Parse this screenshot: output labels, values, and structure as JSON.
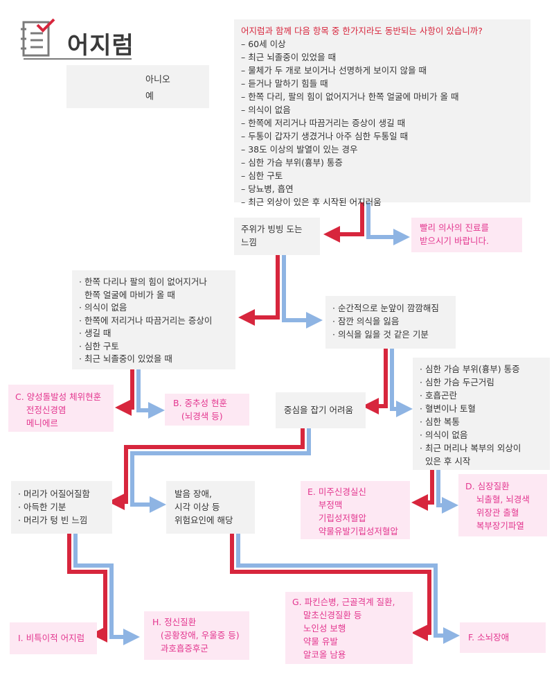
{
  "title": "어지럼",
  "legend": {
    "no": "아니오",
    "yes": "예"
  },
  "colors": {
    "no_arrow": "#d7263d",
    "yes_arrow": "#8eb4e3",
    "box_bg": "#f2f2f2",
    "pink_bg": "#fde8f3",
    "pink_text": "#e3368f",
    "question_red": "#d7263d"
  },
  "nodes": {
    "q1": {
      "lines": [
        "어지럼과 함께 다음 항목 중 한가지라도 동반되는 사항이 있습니까?",
        "– 60세 이상",
        "– 최근 뇌졸중이 있었을 때",
        "– 물체가 두 개로 보이거나 선명하게 보이지 않을 때",
        "– 듣거나 말하기 힘들 때",
        "– 한쪽 다리, 팔의 힘이 없어지거나 한쪽 얼굴에 마비가 올 때",
        "– 의식이 없음",
        "– 한쪽에 저리거나 따끔거리는 증상이 생길 때",
        "– 두통이 갑자기 생겼거나 아주 심한 두통일 때",
        "– 38도 이상의 발열이 있는 경우",
        "– 심한 가슴 부위(흉부) 통증",
        "– 심한 구토",
        "– 당뇨병, 흡연",
        "– 최근 외상이 있은 후 시작된 어지러움"
      ]
    },
    "q2": {
      "lines": [
        "주위가 빙빙 도는",
        "느낌"
      ]
    },
    "r_doctor": {
      "lines": [
        "빨리 의사의 진료를",
        "받으시기 바랍니다."
      ]
    },
    "q3": {
      "lines": [
        "· 한쪽 다리나 팔의 힘이 없어지거나",
        "  한쪽 얼굴에 마비가 올 때",
        "· 의식이 없음",
        "· 한쪽에 저리거나 따끔거리는 증상이",
        "· 생길 때",
        "· 심한 구토",
        "· 최근 뇌졸중이 있었을 때"
      ]
    },
    "q4": {
      "lines": [
        "· 순간적으로 눈앞이 깜깜해짐",
        "· 잠깐 의식을 잃음",
        "· 의식을 잃을 것 같은 기분"
      ]
    },
    "rC": {
      "lines": [
        "C. 양성돌발성 체위현훈",
        "    전정신경염",
        "    메니에르"
      ]
    },
    "rB": {
      "lines": [
        "B. 중추성 현훈",
        "   (뇌경색 등)"
      ]
    },
    "q5": {
      "lines": [
        "중심을 잡기 어려움"
      ]
    },
    "q6": {
      "lines": [
        "· 심한 가슴 부위(흉부) 통증",
        "· 심한 가슴 두근거림",
        "· 호흡곤란",
        "· 혈변이나 토혈",
        "· 심한 복통",
        "· 의식이 없음",
        "· 최근 머리나 복부의 외상이",
        "  있은 후 시작"
      ]
    },
    "q7": {
      "lines": [
        "· 머리가 어질어질함",
        "· 아득한 기분",
        "· 머리가 텅 빈 느낌"
      ]
    },
    "q8": {
      "lines": [
        "발음 장애,",
        "시각 이상 등",
        "위험요인에 해당"
      ]
    },
    "rE": {
      "lines": [
        "E. 미주신경실신",
        "    부정맥",
        "    기립성저혈압",
        "    약물유발기립성저혈압"
      ]
    },
    "rD": {
      "lines": [
        "D. 심장질환",
        "    뇌출혈, 뇌경색",
        "    위장관 출혈",
        "    복부장기파열"
      ]
    },
    "rG": {
      "lines": [
        "G. 파킨슨병, 근골격계 질환,",
        "    말초신경질환 등",
        "    노인성 보행",
        "    약물 유발",
        "    알코올 남용"
      ]
    },
    "rF": {
      "lines": [
        "F. 소뇌장애"
      ]
    },
    "rI": {
      "lines": [
        "I. 비특이적 어지럼"
      ]
    },
    "rH": {
      "lines": [
        "H. 정신질환",
        "   (공황장애, 우울증 등)",
        "   과호흡증후군"
      ]
    }
  }
}
